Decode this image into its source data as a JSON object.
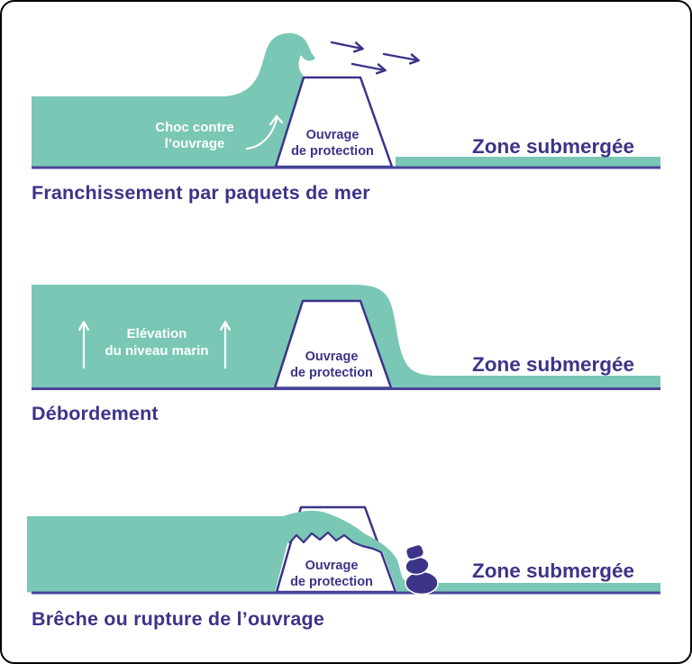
{
  "colors": {
    "teal": "#79C7B4",
    "purple": "#3B3488",
    "line": "#4A4499",
    "white": "#FFFFFF",
    "frame": "#000000"
  },
  "panels": [
    {
      "title": "Franchissement par paquets de mer",
      "structure_label": {
        "line1": "Ouvrage",
        "line2": "de protection"
      },
      "zone_label": "Zone submergée",
      "annotation": {
        "line1": "Choc contre",
        "line2": "l’ouvrage"
      }
    },
    {
      "title": "Débordement",
      "structure_label": {
        "line1": "Ouvrage",
        "line2": "de protection"
      },
      "zone_label": "Zone submergée",
      "annotation": {
        "line1": "Elévation",
        "line2": "du niveau marin"
      }
    },
    {
      "title": "Brêche ou rupture de l’ouvrage",
      "structure_label": {
        "line1": "Ouvrage",
        "line2": "de protection"
      },
      "zone_label": "Zone submergée"
    }
  ]
}
